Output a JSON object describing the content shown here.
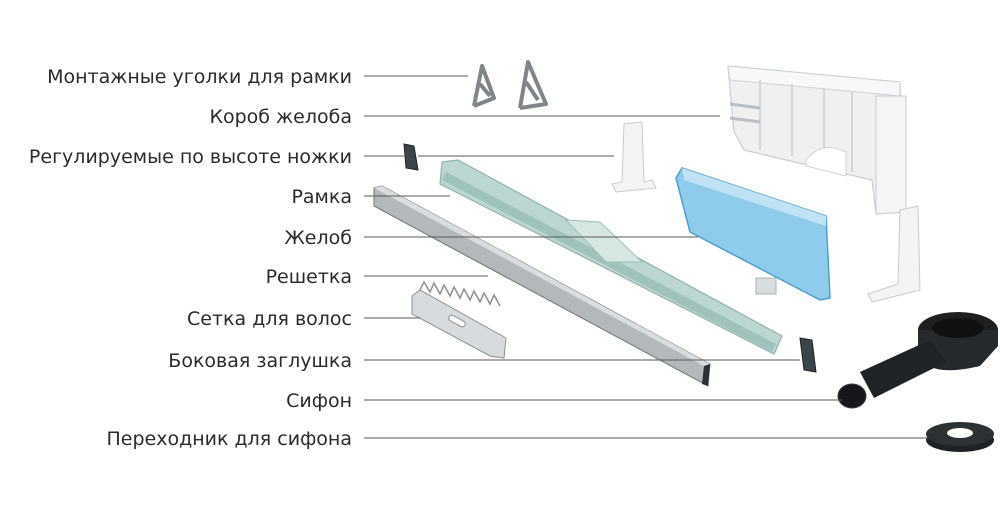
{
  "parts": [
    {
      "label": "Монтажные уголки для рамки",
      "part": "mounting-corners"
    },
    {
      "label": "Короб желоба",
      "part": "channel-box"
    },
    {
      "label": "Регулируемые по высоте ножки",
      "part": "adjustable-feet"
    },
    {
      "label": "Рамка",
      "part": "frame"
    },
    {
      "label": "Желоб",
      "part": "channel"
    },
    {
      "label": "Решетка",
      "part": "grate"
    },
    {
      "label": "Сетка для волос",
      "part": "hair-strainer"
    },
    {
      "label": "Боковая заглушка",
      "part": "side-cap"
    },
    {
      "label": "Сифон",
      "part": "siphon"
    },
    {
      "label": "Переходник для сифона",
      "part": "siphon-adapter"
    }
  ],
  "colors": {
    "text": "#2b2b2b",
    "leader": "#5a5a5a",
    "box": "#e9ecee",
    "channel": "#7fbfe6",
    "frame": "#b8d4cf",
    "grate": "#a9aeb0",
    "dark": "#1d1f20"
  }
}
